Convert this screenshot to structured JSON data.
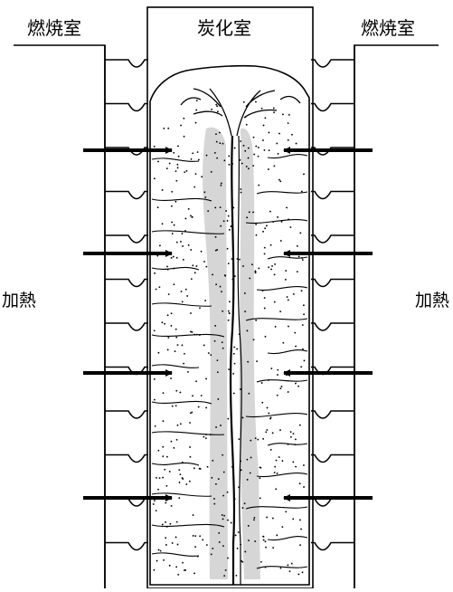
{
  "labels": {
    "left_chamber": "燃焼室",
    "center_chamber": "炭化室",
    "right_chamber": "燃焼室",
    "left_heat": "加熱",
    "right_heat": "加熱"
  },
  "colors": {
    "line": "#000000",
    "background": "#ffffff",
    "plastic_zone": "#cfcfcf"
  },
  "icons": {
    "arrow": "arrow-right-icon / arrow-left-icon"
  }
}
